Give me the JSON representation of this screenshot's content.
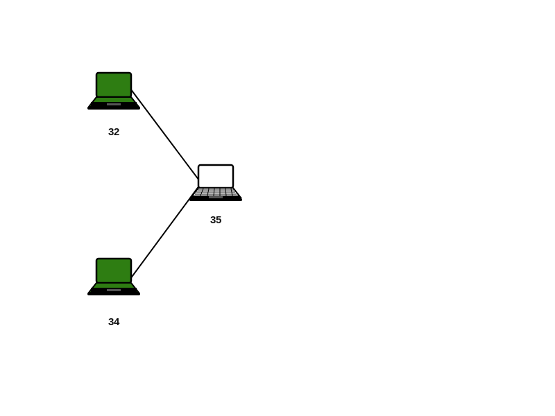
{
  "diagram": {
    "nodes": [
      {
        "id": "32",
        "label": "32",
        "icon": "laptop-icon",
        "status": "active"
      },
      {
        "id": "35",
        "label": "35",
        "icon": "laptop-icon",
        "status": "inactive"
      },
      {
        "id": "34",
        "label": "34",
        "icon": "laptop-icon",
        "status": "active"
      }
    ],
    "links": [
      {
        "from": "32",
        "to": "35"
      },
      {
        "from": "34",
        "to": "35"
      }
    ]
  },
  "colors": {
    "active_screen": "#2e7d12",
    "inactive_screen": "#ffffff",
    "outline": "#000000",
    "link": "#000000"
  }
}
